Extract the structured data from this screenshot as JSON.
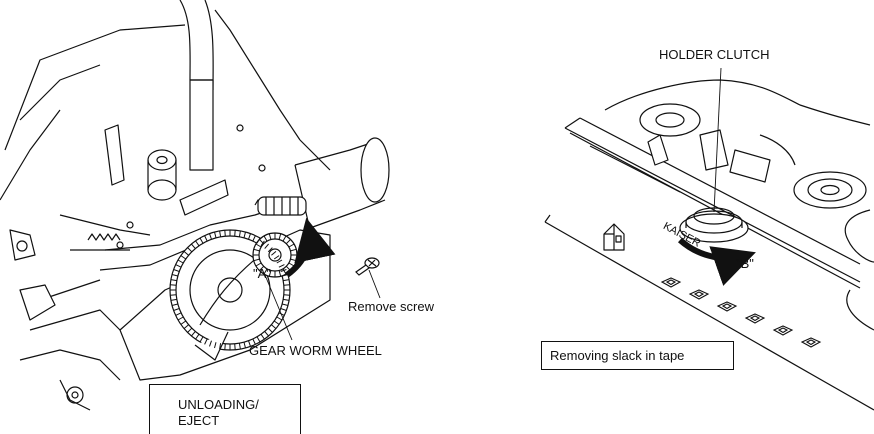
{
  "left_figure": {
    "gear_label": "GEAR WORM WHEEL",
    "screw_label": "Remove screw",
    "arrow_label": "\"A\"",
    "caption_line1": "UNLOADING/",
    "caption_line2": "EJECT"
  },
  "right_figure": {
    "holder_label": "HOLDER CLUTCH",
    "arrow_label": "\"B\"",
    "engraved_text": "KAISER",
    "caption": "Removing slack in tape"
  },
  "colors": {
    "line": "#111111",
    "background": "#ffffff"
  }
}
